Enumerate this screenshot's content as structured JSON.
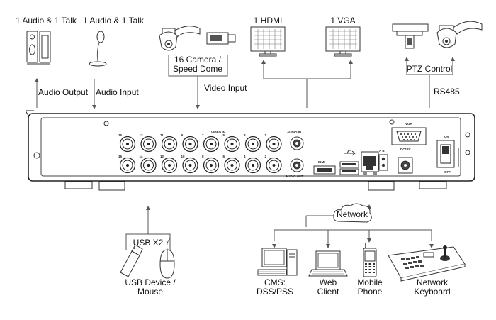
{
  "labels": {
    "audio_output_device": "1 Audio & 1 Talk",
    "audio_input_device": "1 Audio & 1 Talk",
    "audio_output": "Audio  Output",
    "audio_input": "Audio Input",
    "camera_line1": "16 Camera /",
    "camera_line2": "Speed Dome",
    "video_input": "Video Input",
    "hdmi": "1 HDMI",
    "vga": "1 VGA",
    "ptz_control": "PTZ Control",
    "rs485": "RS485",
    "usb_x2": "USB X2",
    "usb_device_line1": "USB Device /",
    "usb_device_line2": "Mouse",
    "network": "Network",
    "cms_line1": "CMS:",
    "cms_line2": "DSS/PSS",
    "web_line1": "Web",
    "web_line2": "Client",
    "mobile_line1": "Mobile",
    "mobile_line2": "Phone",
    "netkb_line1": "Network",
    "netkb_line2": "Keyboard"
  },
  "panel": {
    "video_in": "VIDEO IN",
    "audio_in": "AUDIO IN",
    "audio_out": "AUDIO OUT",
    "hdmi": "HDMI",
    "vga": "VGA",
    "dc_in": "DC12V",
    "on": "ON",
    "off": "OFF",
    "rs485_port": "A B",
    "top_ports": [
      "15",
      "13",
      "11",
      "9",
      "7",
      "5",
      "3",
      "1"
    ],
    "bottom_ports": [
      "16",
      "14",
      "12",
      "10",
      "8",
      "6",
      "4",
      "2"
    ]
  },
  "icons": [
    "speaker-icon",
    "microphone-icon",
    "speed-dome-camera-icon",
    "box-camera-icon",
    "monitor-icon",
    "ptz-camera-icon",
    "usb-stick-icon",
    "mouse-icon",
    "desktop-pc-icon",
    "laptop-icon",
    "mobile-phone-icon",
    "network-keyboard-icon",
    "network-cloud-icon",
    "power-switch-icon"
  ]
}
